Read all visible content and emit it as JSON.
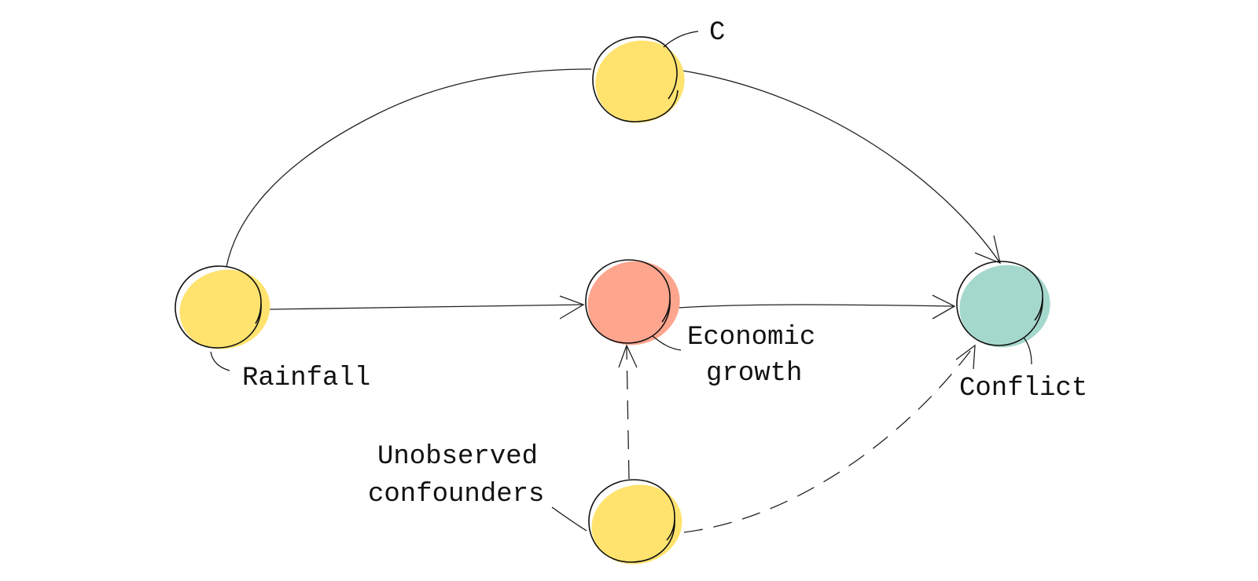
{
  "nodes": {
    "c": {
      "label": "C",
      "color": "#ffe36e"
    },
    "rainfall": {
      "label": "Rainfall",
      "color": "#ffe36e"
    },
    "growth": {
      "label_line1": "Economic",
      "label_line2": "growth",
      "color": "#fea58e"
    },
    "conflict": {
      "label": "Conflict",
      "color": "#a5d8cc"
    },
    "confounders": {
      "label_line1": "Unobserved",
      "label_line2": "confounders",
      "color": "#ffe36e"
    }
  },
  "edges": [
    {
      "from": "rainfall",
      "to": "c",
      "style": "solid"
    },
    {
      "from": "c",
      "to": "conflict",
      "style": "solid"
    },
    {
      "from": "rainfall",
      "to": "growth",
      "style": "solid"
    },
    {
      "from": "growth",
      "to": "conflict",
      "style": "solid"
    },
    {
      "from": "confounders",
      "to": "growth",
      "style": "dashed"
    },
    {
      "from": "confounders",
      "to": "conflict",
      "style": "dashed"
    }
  ]
}
